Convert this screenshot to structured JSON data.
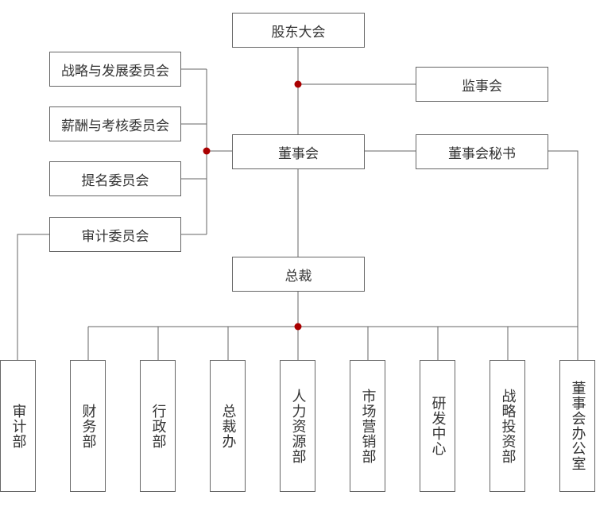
{
  "colors": {
    "line": "#666666",
    "node": "#aa0000",
    "text": "#333333"
  },
  "nodes": {
    "shareholders": "股东大会",
    "supervisors": "监事会",
    "board": "董事会",
    "board_secretary": "董事会秘书",
    "committees": [
      "战略与发展委员会",
      "薪酬与考核委员会",
      "提名委员会",
      "审计委员会"
    ],
    "president": "总裁",
    "departments": [
      "审计部",
      "财务部",
      "行政部",
      "总裁办",
      "人力资源部",
      "市场营销部",
      "研发中心",
      "战略投资部",
      "董事会办公室"
    ]
  }
}
